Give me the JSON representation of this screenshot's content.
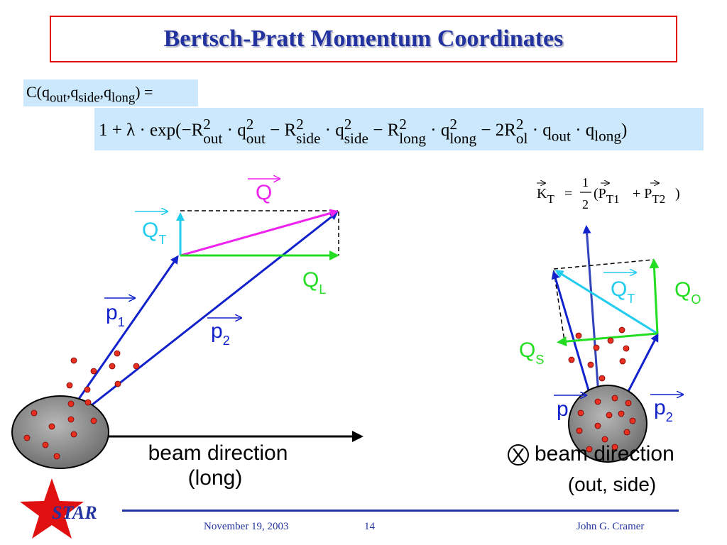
{
  "title": "Bertsch-Pratt Momentum Coordinates",
  "equation_lhs": {
    "open": "C(q",
    "sub_out": "out",
    "comma1": ",q",
    "sub_side": "side",
    "comma2": ",q",
    "sub_long": "long",
    "close": ") ="
  },
  "equation_rhs": {
    "lead": "1 + λ · exp(−R",
    "t1_sup": "2",
    "t1_sub": "out",
    "t2_pre": " · q",
    "t2_sup": "2",
    "t2_sub": "out",
    "t3_pre": " − R",
    "t3_sup": "2",
    "t3_sub": "side",
    "t4_pre": " · q",
    "t4_sup": "2",
    "t4_sub": "side",
    "t5_pre": " − R",
    "t5_sup": "2",
    "t5_sub": "long",
    "t6_pre": " · q",
    "t6_sup": "2",
    "t6_sub": "long",
    "t7_pre": " − 2R",
    "t7_sup": "2",
    "t7_sub": "ol",
    "t8_pre": " · q",
    "t8_sub": "out",
    "t9_pre": " · q",
    "t9_sub": "long",
    "end": ")"
  },
  "left_diagram": {
    "Q": "Q",
    "QT": "Q",
    "QT_sub": "T",
    "QL": "Q",
    "QL_sub": "L",
    "p1": "p",
    "p1_sub": "1",
    "p2": "p",
    "p2_sub": "2",
    "beam": "beam direction",
    "beam_sub": "(long)"
  },
  "right_diagram": {
    "KT_K": "K",
    "KT_sub": "T",
    "KT_eq": "=",
    "KT_num": "1",
    "KT_den": "2",
    "KT_open": "(P",
    "KT_sub1": "T1",
    "KT_plus": "+ P",
    "KT_sub2": "T2",
    "KT_close": ")",
    "QT": "Q",
    "QT_sub": "T",
    "QO": "Q",
    "QO_sub": "O",
    "QS": "Q",
    "QS_sub": "S",
    "p1": "p",
    "p2": "p",
    "p2_sub": "2",
    "x_mark": "X",
    "beam": "beam direction",
    "beam_sub": "(out, side)"
  },
  "footer": {
    "logo": "STAR",
    "date": "November 19, 2003",
    "page": "14",
    "author": "John G. Cramer"
  },
  "colors": {
    "title": "#2233a0",
    "title_border": "#e00000",
    "eq_bg": "#cce8fc",
    "Q": "#ee22ee",
    "QT": "#22ccee",
    "QL": "#22dd22",
    "p": "#1122cc",
    "dot": "#e83020",
    "star": "#e01010"
  }
}
